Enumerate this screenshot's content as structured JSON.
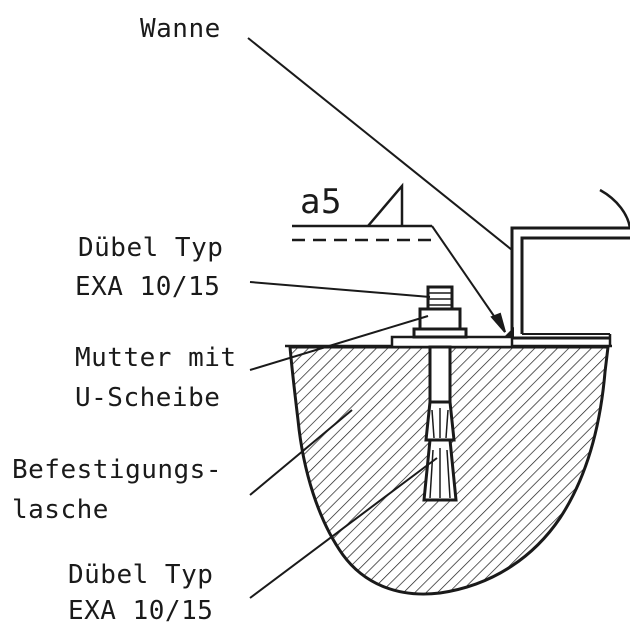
{
  "labels": {
    "wanne": "Wanne",
    "weld_symbol": "a5",
    "duebel_top_line1": "Dübel Typ",
    "duebel_top_line2": "EXA 10/15",
    "mutter_line1": "Mutter mit",
    "mutter_line2": "U-Scheibe",
    "lasche_line1": "Befestigungs-",
    "lasche_line2": "lasche",
    "duebel_bottom_line1": "Dübel Typ",
    "duebel_bottom_line2": "EXA 10/15"
  },
  "colors": {
    "ink": "#1a1a1a",
    "background": "#ffffff"
  }
}
